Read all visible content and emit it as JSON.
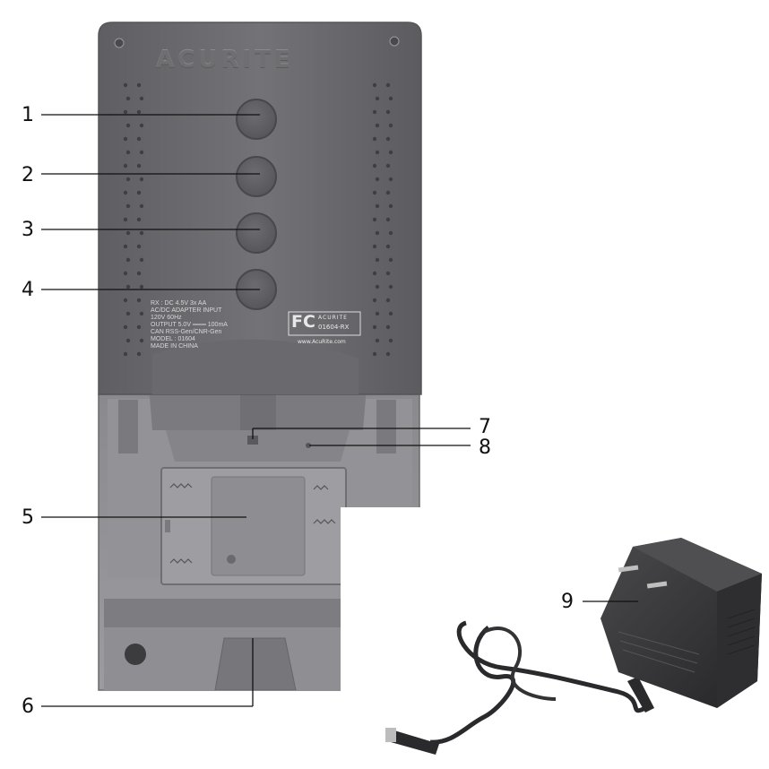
{
  "device": {
    "brand": "ACURITE",
    "spec_lines": [
      "RX : DC 4.5V 3x AA",
      "AC/DC ADAPTER INPUT",
      "120V 60Hz",
      "OUTPUT 5.0V ═══ 100mA",
      "CAN RSS-Gen/CNR-Gen",
      "MODEL : 01604",
      "MADE IN CHINA"
    ],
    "fc_logo": "FC",
    "fc_brand": "ACURITE",
    "fc_model": "01604-RX",
    "website": "www.AcuRite.com"
  },
  "callouts": [
    "1",
    "2",
    "3",
    "4",
    "5",
    "6",
    "7",
    "8",
    "9"
  ],
  "colors": {
    "housing": "#6e6e72",
    "stand": "#8c8c90",
    "adapter": "#3a3a3c"
  }
}
